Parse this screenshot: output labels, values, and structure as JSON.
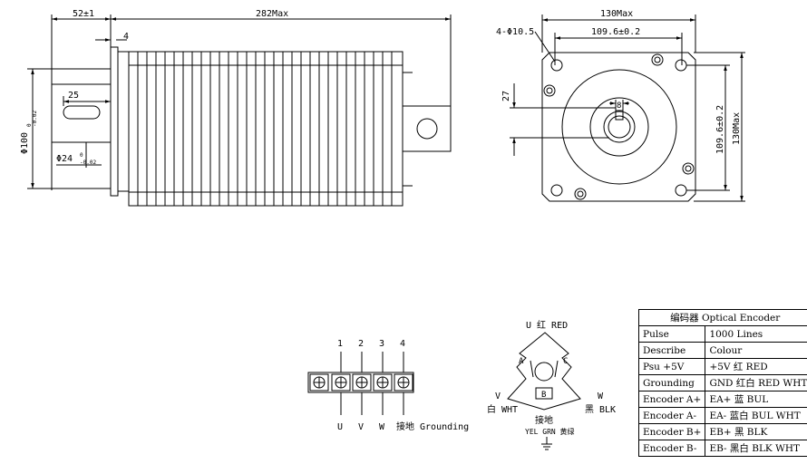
{
  "side_view": {
    "dim_flange_offset": "52±1",
    "dim_total_length": "282Max",
    "dim_flange_thickness": "4",
    "dim_key_length": "25",
    "dim_flange_dia": "Φ100",
    "dim_flange_dia_tol_upper": "0",
    "dim_flange_dia_tol_lower": "-0.02",
    "dim_shaft_dia": "Φ24",
    "dim_shaft_dia_tol_upper": "0",
    "dim_shaft_dia_tol_lower": "-0.02"
  },
  "front_view": {
    "dim_width": "130Max",
    "dim_hole_spacing_h": "109.6±0.2",
    "dim_holes": "4-Φ10.5",
    "dim_key_height": "27",
    "dim_key_width": "8",
    "dim_hole_spacing_v": "109.6±0.2",
    "dim_height": "130Max"
  },
  "terminal": {
    "numbers": [
      "1",
      "2",
      "3",
      "4"
    ],
    "labels": [
      "U",
      "V",
      "W",
      "接地 Grounding"
    ]
  },
  "hall": {
    "u_label": "U 红 RED",
    "v_label": "V",
    "v_color": "白 WHT",
    "w_label": "W",
    "w_color": "黑 BLK",
    "a": "A",
    "b": "B",
    "c": "C",
    "ground_label": "接地",
    "ground_color": "YEL GRN 黄绿"
  },
  "encoder_table": {
    "title": "编码器 Optical Encoder",
    "rows": [
      {
        "key": "Pulse",
        "value": "1000 Lines"
      },
      {
        "key": "Describe",
        "value": "Colour"
      },
      {
        "key": "Psu +5V",
        "value": "+5V 红 RED"
      },
      {
        "key": "Grounding",
        "value": "GND 红白 RED WHT"
      },
      {
        "key": "Encoder A+",
        "value": "EA+ 蓝 BUL"
      },
      {
        "key": "Encoder A-",
        "value": "EA- 蓝白 BUL WHT"
      },
      {
        "key": "Encoder B+",
        "value": "EB+ 黑 BLK"
      },
      {
        "key": "Encoder B-",
        "value": "EB- 黑白 BLK WHT"
      }
    ]
  }
}
